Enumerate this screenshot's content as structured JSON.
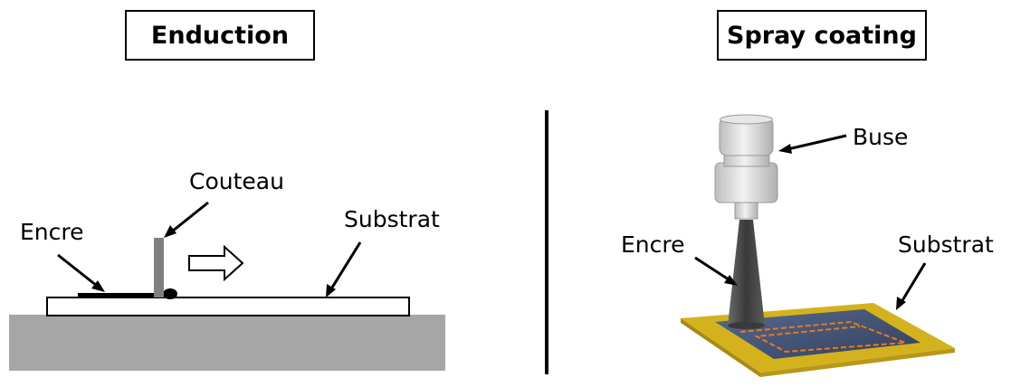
{
  "left_panel": {
    "title": "Enduction",
    "labels": {
      "couteau": "Couteau",
      "encre": "Encre",
      "substrat": "Substrat"
    }
  },
  "right_panel": {
    "title": "Spray coating",
    "labels": {
      "buse": "Buse",
      "encre": "Encre",
      "substrat": "Substrat"
    }
  },
  "colors": {
    "ground": "#a6a6a6",
    "blade": "#808080",
    "ink": "#000000",
    "nozzle": "#dcdcdc",
    "spray_cone": "#4a4a4a",
    "substrate_yellow": "#d4b21e",
    "substrate_blue": "#3e4d6e",
    "path_orange": "#e8791e"
  },
  "icons": {
    "direction_arrow": "right-hollow-arrow-icon"
  }
}
